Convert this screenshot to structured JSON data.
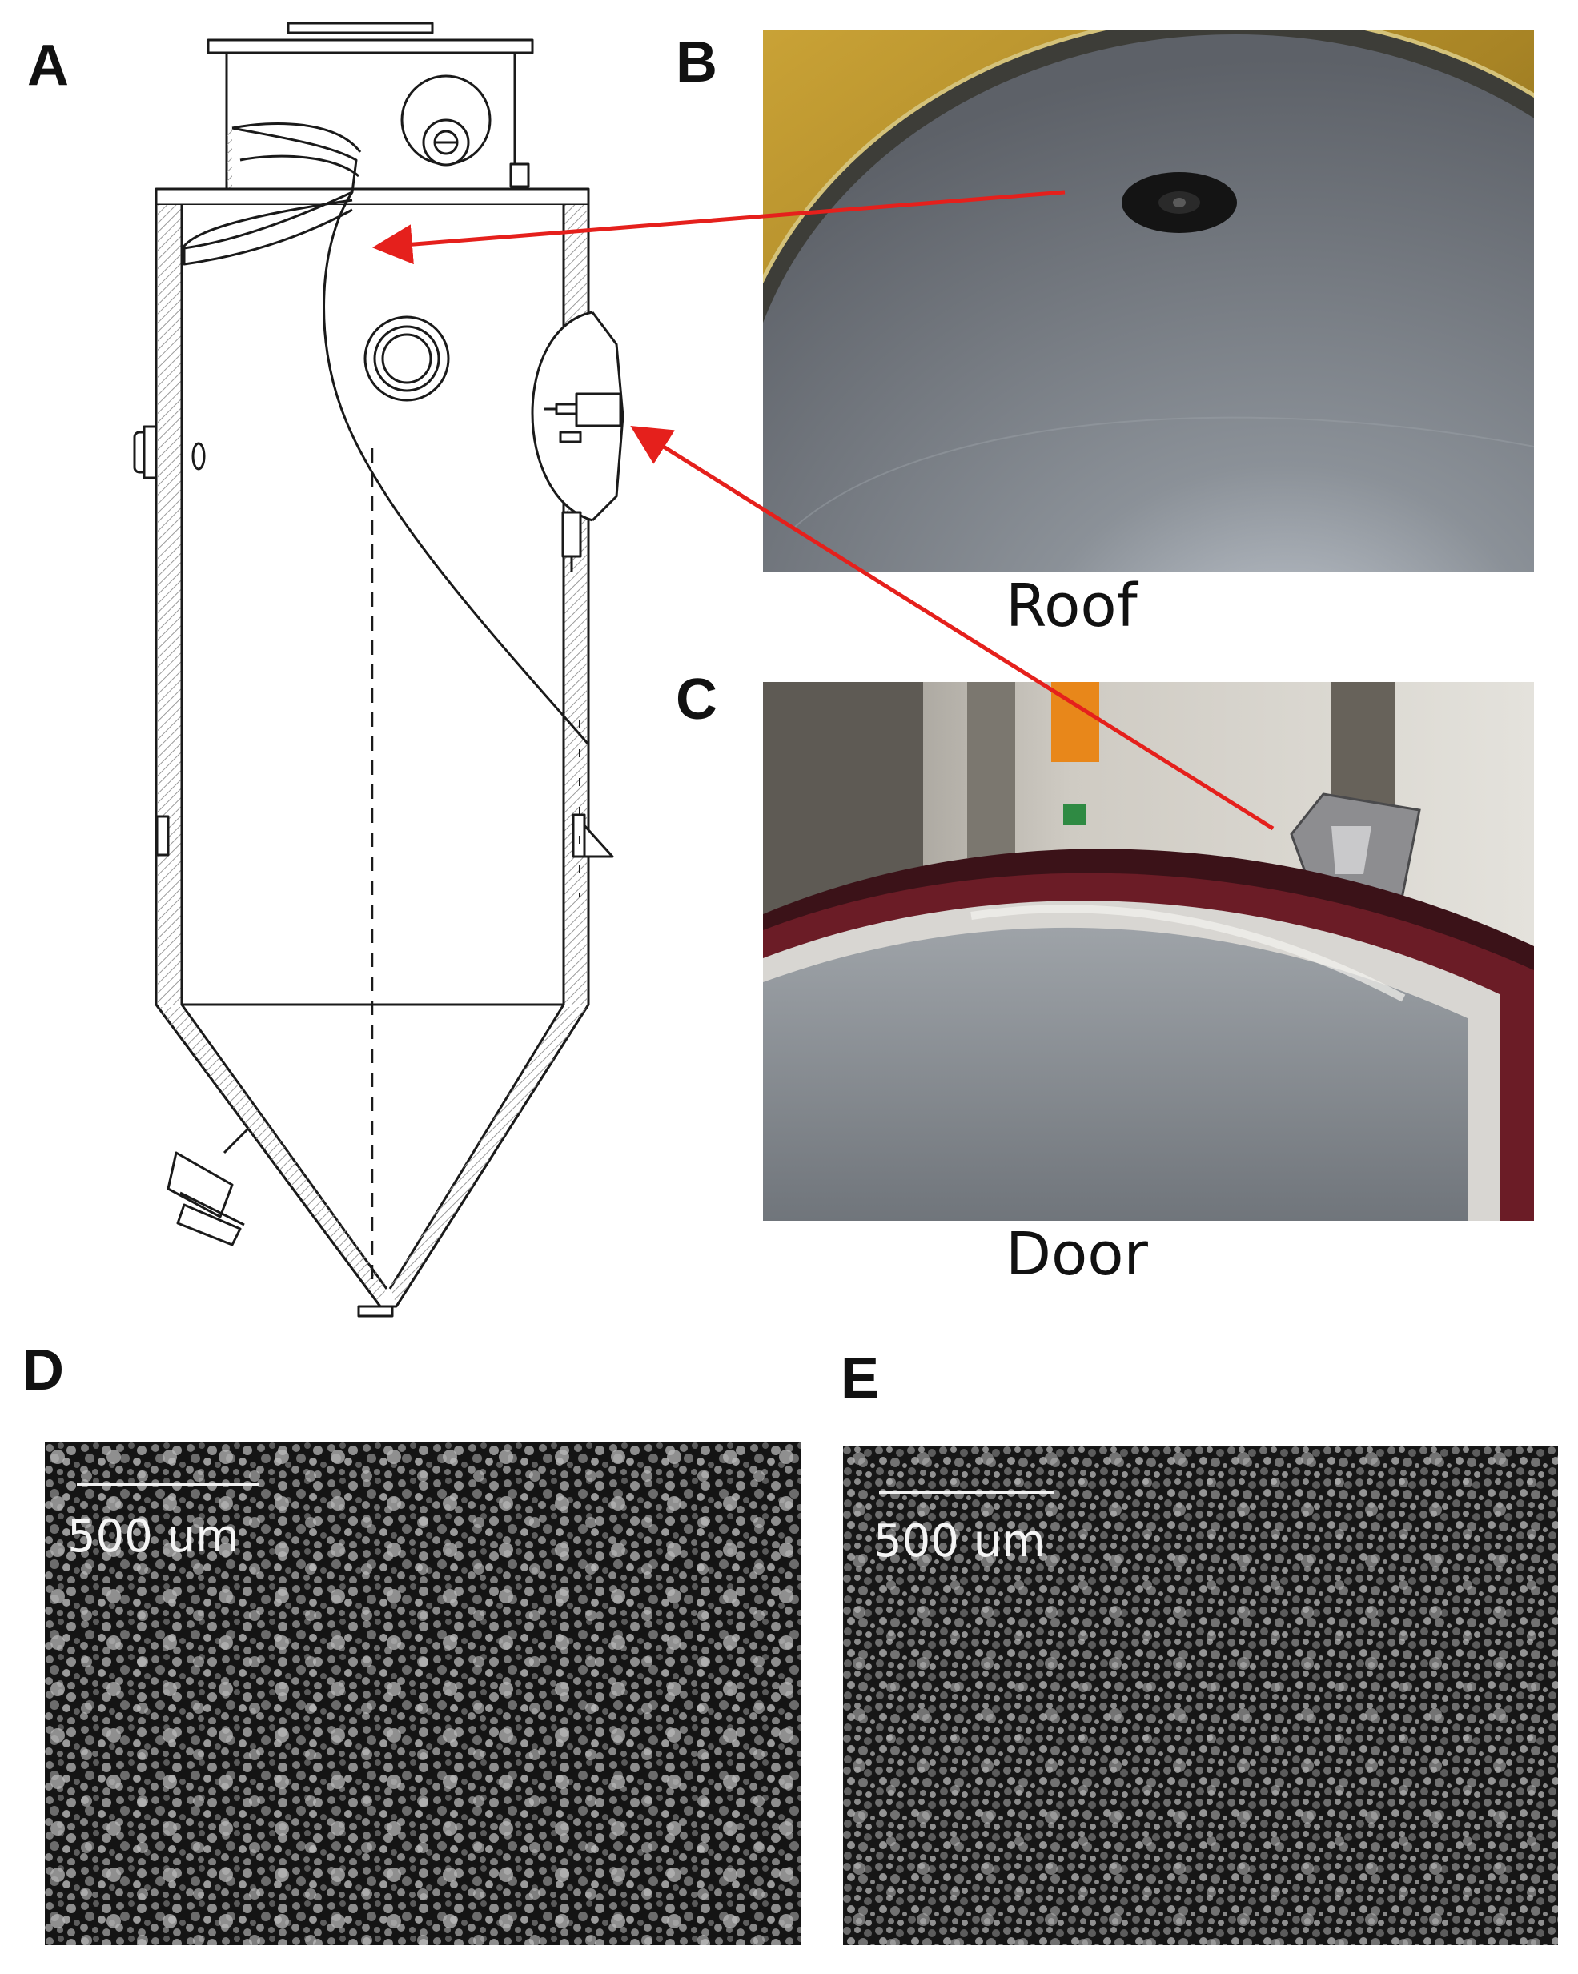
{
  "panels": {
    "a": {
      "letter": "A"
    },
    "b": {
      "letter": "B",
      "caption": "Roof"
    },
    "c": {
      "letter": "C",
      "caption": "Door"
    },
    "d": {
      "letter": "D",
      "scale_label": "500 um"
    },
    "e": {
      "letter": "E",
      "scale_label": "500 um"
    }
  },
  "colors": {
    "arrow": "#e5201c",
    "drawing_line": "#1a1a1a",
    "hatch": "#8a8a8a",
    "roof_wall": "#6e7278",
    "roof_rim": "#b58f2a",
    "door_ring": "#6a1a22",
    "sem_background": "#141414"
  },
  "icons": [
    "arrow-roof",
    "arrow-door"
  ]
}
